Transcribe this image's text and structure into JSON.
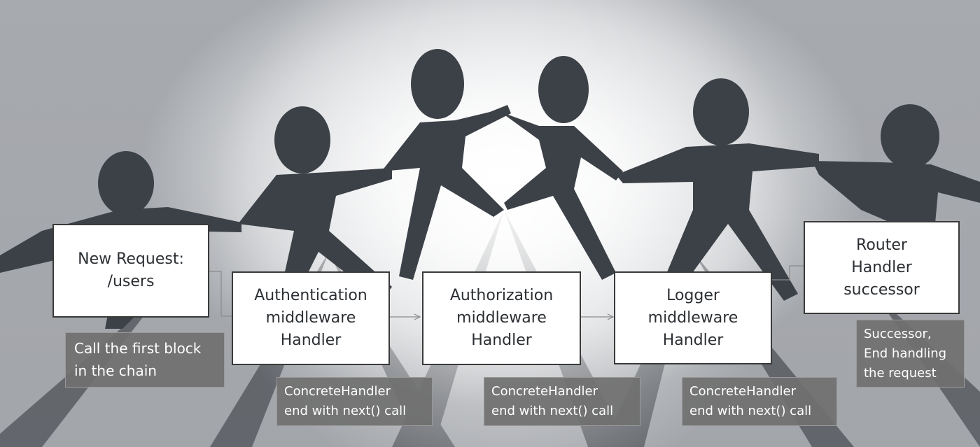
{
  "boxes": {
    "request": [
      "New Request:",
      "/users"
    ],
    "authentication": [
      "Authentication",
      "middleware",
      "Handler"
    ],
    "authorization": [
      "Authorization",
      "middleware",
      "Handler"
    ],
    "logger": [
      "Logger",
      "middleware",
      "Handler"
    ],
    "router": [
      "Router",
      "Handler",
      "successor"
    ]
  },
  "notes": {
    "request": [
      "Call the first block",
      "in the chain"
    ],
    "authentication": [
      "ConcreteHandler",
      "end with next() call"
    ],
    "authorization": [
      "ConcreteHandler",
      "end with next() call"
    ],
    "logger": [
      "ConcreteHandler",
      "end with next() call"
    ],
    "router": [
      "Successor,",
      "End handling",
      "the request"
    ]
  },
  "colors": {
    "figure": "#3c4148",
    "box_border": "#3a3a3a",
    "note_bg": "#707070",
    "arrow": "#8a8a8a"
  }
}
